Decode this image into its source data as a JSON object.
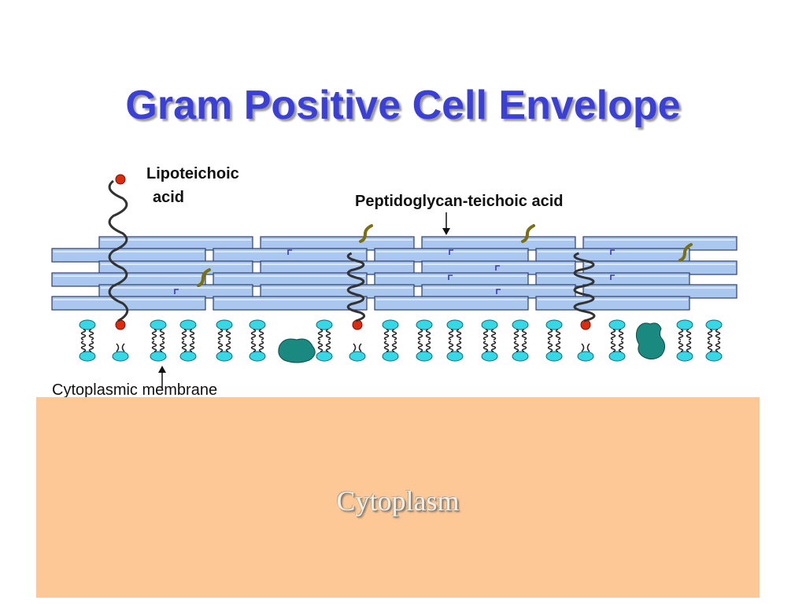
{
  "slide": {
    "title": "Gram Positive Cell Envelope",
    "title_color": "#3a3fd8"
  },
  "labels": {
    "lipoteichoic_line1": "Lipoteichoic",
    "lipoteichoic_line2": "acid",
    "peptidoglycan_teichoic": "Peptidoglycan-teichoic acid",
    "cytoplasmic_membrane": "Cytoplasmic membrane",
    "cytoplasm": "Cytoplasm"
  },
  "colors": {
    "peptidoglycan_fill": "#aac8ef",
    "peptidoglycan_stroke": "#2f3f6e",
    "lipid_head": "#36d8e6",
    "membrane_protein": "#1a8a80",
    "teichoic_acid": "#7a7012",
    "lipoteichoic_chain": "#333333",
    "anchor_dot": "#e02a10",
    "crosslink": "#3a36c8",
    "cytoplasm_fill": "#fdc896"
  },
  "icons": {
    "lipid": "phospholipid-icon",
    "protein": "membrane-protein-icon",
    "teichoic": "teichoic-acid-icon",
    "lipoteichoic": "lipoteichoic-acid-icon"
  }
}
